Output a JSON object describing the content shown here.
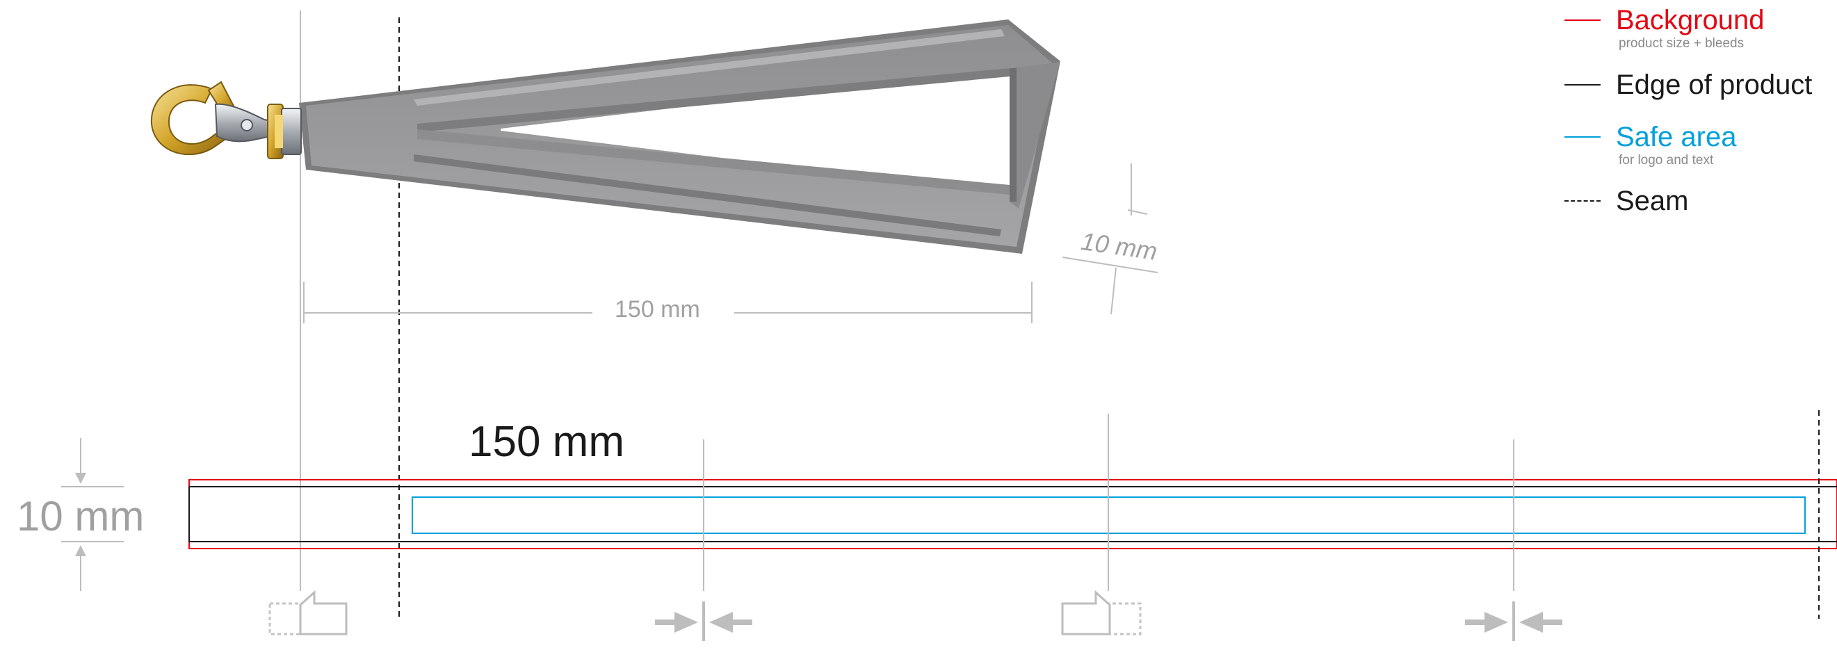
{
  "legend": [
    {
      "title": "Background",
      "subtitle": "product size + bleeds",
      "color": "#e30613",
      "line_style": "solid"
    },
    {
      "title": "Edge of product",
      "subtitle": "",
      "color": "#1a1a1a",
      "line_style": "solid"
    },
    {
      "title": "Safe area",
      "subtitle": "for logo and text",
      "color": "#00a0dc",
      "line_style": "solid"
    },
    {
      "title": "Seam",
      "subtitle": "",
      "color": "#1a1a1a",
      "line_style": "dashed"
    }
  ],
  "dimensions": {
    "preview_length": "150 mm",
    "preview_width": "10 mm",
    "template_length": "150 mm",
    "template_height": "10 mm"
  },
  "colors": {
    "ribbon": "#9b9b9d",
    "ribbon_dark": "#7a7a7c",
    "dimension": "#b4b4b4",
    "hook_gold": "#d4a52a",
    "hook_silver": "#c8ccd0"
  },
  "icons": [
    "lanyard-hook-icon",
    "fold-left-icon",
    "fold-right-icon",
    "converge-arrows-icon"
  ]
}
